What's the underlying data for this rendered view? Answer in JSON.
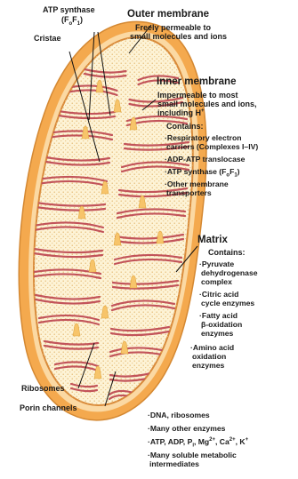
{
  "labels": {
    "atp_synthase": {
      "text": "ATP synthase",
      "sub_open": "(F",
      "sub_o": "o",
      "sub_f": "F",
      "sub_1": "1",
      "close": ")"
    },
    "cristae": "Cristae",
    "ribosomes": "Ribosomes",
    "porin_channels": "Porin channels"
  },
  "outer_membrane": {
    "title": "Outer membrane",
    "desc_lines": [
      "Freely permeable to",
      "small molecules and ions"
    ]
  },
  "inner_membrane": {
    "title": "Inner membrane",
    "desc_lines": [
      "Impermeable to most",
      "small molecules and ions,",
      "including H"
    ],
    "desc_sup": "+",
    "contains_label": "Contains:",
    "contains": [
      {
        "lines": [
          "·Respiratory electron",
          " carriers (Complexes I–IV)"
        ]
      },
      {
        "lines": [
          "·ADP-ATP translocase"
        ]
      },
      {
        "lines": [
          "·ATP synthase (F"
        ],
        "tail": "F",
        "sub1": "o",
        "sub2": "1",
        "close": ")"
      },
      {
        "lines": [
          "·Other membrane",
          " transporters"
        ]
      }
    ]
  },
  "matrix": {
    "title": "Matrix",
    "contains_label": "Contains:",
    "items": [
      [
        "·Pyruvate",
        " dehydrogenase",
        " complex"
      ],
      [
        "·Citric acid",
        " cycle enzymes"
      ],
      [
        "·Fatty acid",
        " β-oxidation",
        " enzymes"
      ],
      [
        "·Amino acid",
        " oxidation",
        " enzymes"
      ]
    ],
    "bottom_items": [
      "·DNA, ribosomes",
      "·Many other enzymes",
      "·ATP, ADP, P",
      "·Many soluble metabolic",
      " intermediates"
    ],
    "ions_tail": ", Mg",
    "ions_i": "i",
    "ions_2plus": "2+",
    "ions_ca": ", Ca",
    "ions_k": ", K",
    "ions_plus": "+"
  },
  "colors": {
    "outer_fill": "#f4a94e",
    "intermembrane": "#fbd9a3",
    "matrix": "#fdf3d6",
    "matrix_dots": "#e2b66b",
    "crista_edge": "#c2545a",
    "crista_fill": "#f7c46a",
    "inner_line": "#d98a3a",
    "line": "#111111"
  }
}
